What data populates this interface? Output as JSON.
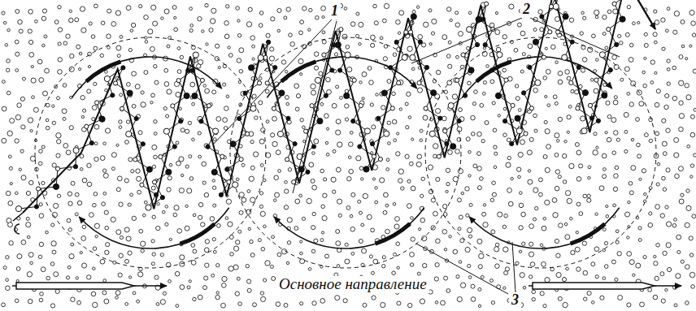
{
  "diagram": {
    "labels": [
      "1",
      "2",
      "3",
      "Основное направление"
    ]
  }
}
